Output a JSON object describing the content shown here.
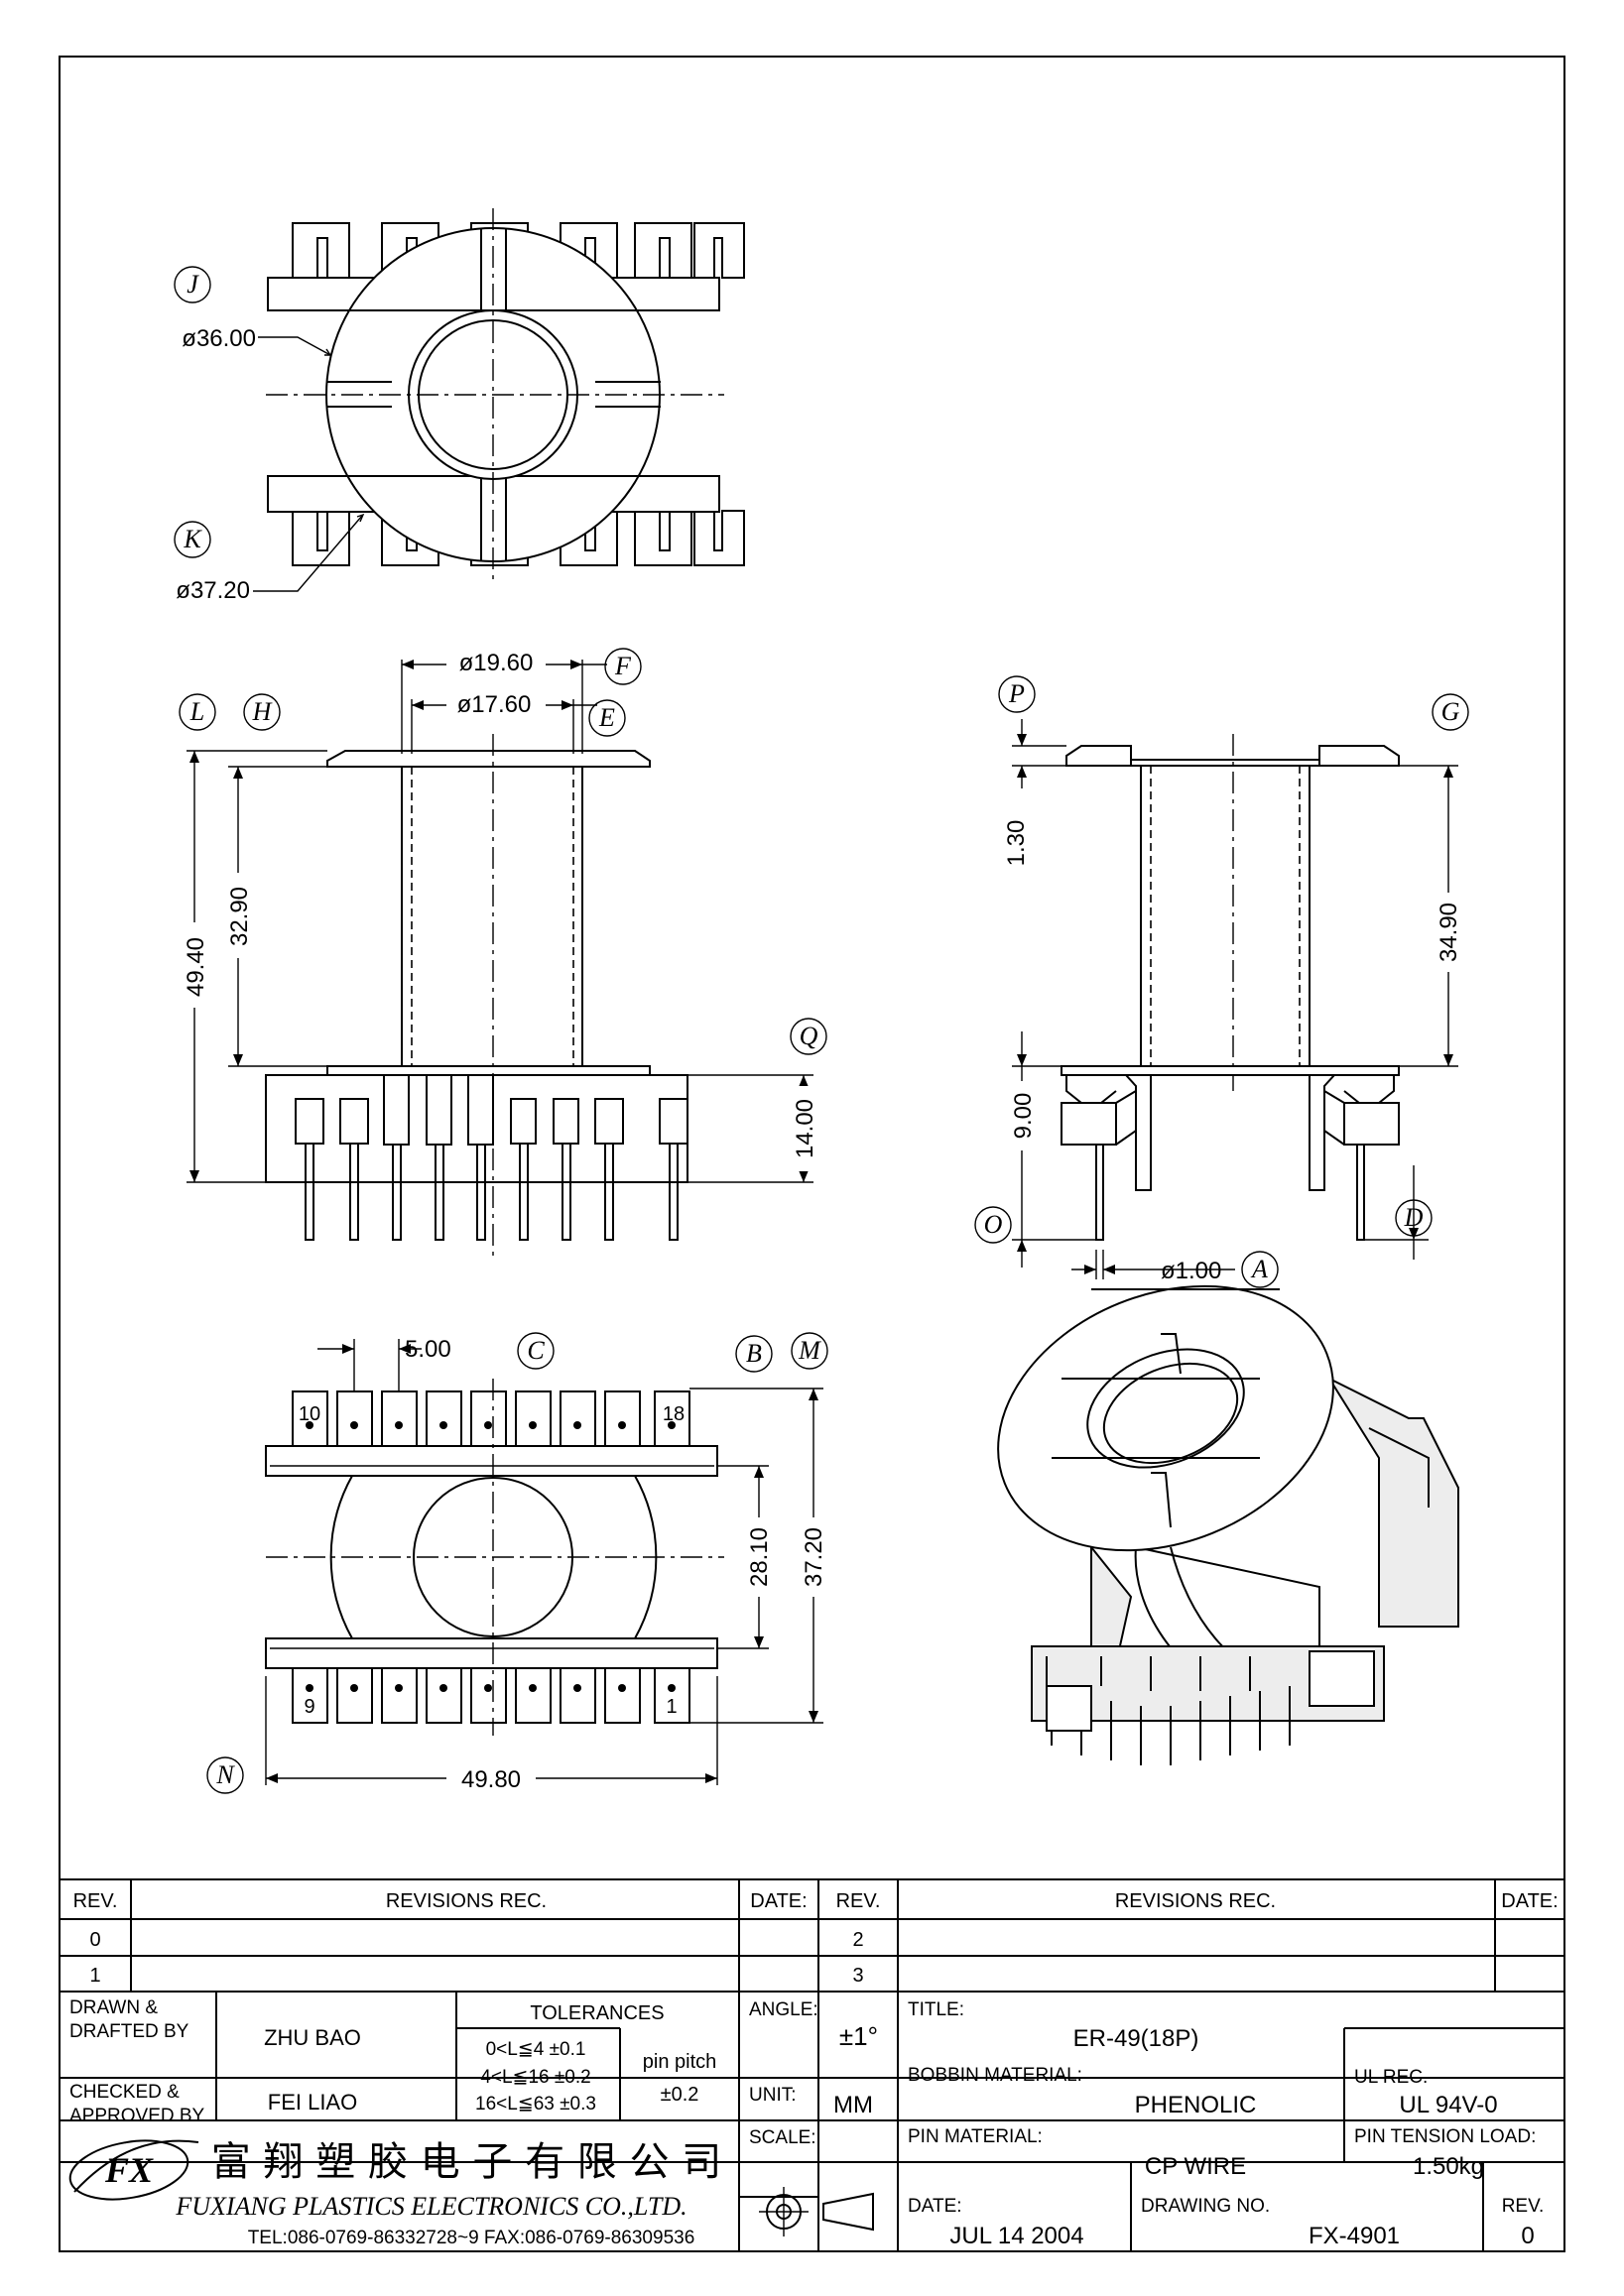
{
  "views": {
    "top": {
      "dims": [
        {
          "label": "J",
          "value": "ø36.00"
        },
        {
          "label": "K",
          "value": "ø37.20"
        }
      ]
    },
    "front": {
      "dims": [
        {
          "label": "F",
          "value": "ø19.60"
        },
        {
          "label": "E",
          "value": "ø17.60"
        },
        {
          "label": "L",
          "value": "49.40"
        },
        {
          "label": "H",
          "value": "32.90"
        },
        {
          "label": "Q",
          "value": "14.00"
        }
      ]
    },
    "side": {
      "dims": [
        {
          "label": "P",
          "value": "1.30"
        },
        {
          "label": "G",
          "value": "34.90"
        },
        {
          "label": "O",
          "value": "9.00"
        },
        {
          "label": "A",
          "value": "ø1.00"
        },
        {
          "label": "D",
          "value": ""
        }
      ]
    },
    "bottom": {
      "dims": [
        {
          "label": "C",
          "value": "5.00"
        },
        {
          "label": "B",
          "value": "28.10"
        },
        {
          "label": "M",
          "value": "37.20"
        },
        {
          "label": "N",
          "value": "49.80"
        }
      ],
      "pin_numbers": [
        "10",
        "18",
        "9",
        "1"
      ]
    }
  },
  "title_block": {
    "rev_header": "REV.",
    "revisions_header": "REVISIONS   REC.",
    "date_header": "DATE:",
    "rev_rows_left": [
      "0",
      "1"
    ],
    "rev_rows_right": [
      "2",
      "3"
    ],
    "drawn_label": "DRAWN  &\nDRAFTED  BY",
    "drawn_name": "ZHU   BAO",
    "checked_label": "CHECKED  &\nAPPROVED  BY",
    "checked_name": "FEI  LIAO",
    "tolerances_header": "TOLERANCES",
    "tolerance_rows": [
      "0<L≦4    ±0.1",
      "4<L≦16  ±0.2",
      "16<L≦63  ±0.3"
    ],
    "pin_pitch_label": "pin  pitch",
    "pin_pitch_value": "±0.2",
    "angle_label": "ANGLE:",
    "angle_value": "±1°",
    "unit_label": "UNIT:",
    "unit_value": "MM",
    "scale_label": "SCALE:",
    "title_label": "TITLE:",
    "title_value": "ER-49(18P)",
    "bobbin_material_label": "BOBBIN  MATERIAL:",
    "bobbin_material_value": "PHENOLIC",
    "ul_rec_label": "UL  REC.",
    "ul_rec_value": "UL  94V-0",
    "pin_material_label": "PIN  MATERIAL:",
    "pin_material_value": "CP  WIRE",
    "pin_tension_label": "PIN  TENSION  LOAD:",
    "pin_tension_value": "1.50kg",
    "date_label": "DATE:",
    "date_value": "JUL  14  2004",
    "drawing_no_label": "DRAWING  NO.",
    "drawing_no_value": "FX-4901",
    "rev_label": "REV.",
    "rev_value": "0",
    "company_cn": "富 翔 塑 胶 电 子 有 限 公 司",
    "company_en": "FUXIANG  PLASTICS  ELECTRONICS  CO.,LTD.",
    "company_contact": "TEL:086-0769-86332728~9  FAX:086-0769-86309536",
    "logo_text": "FX"
  }
}
